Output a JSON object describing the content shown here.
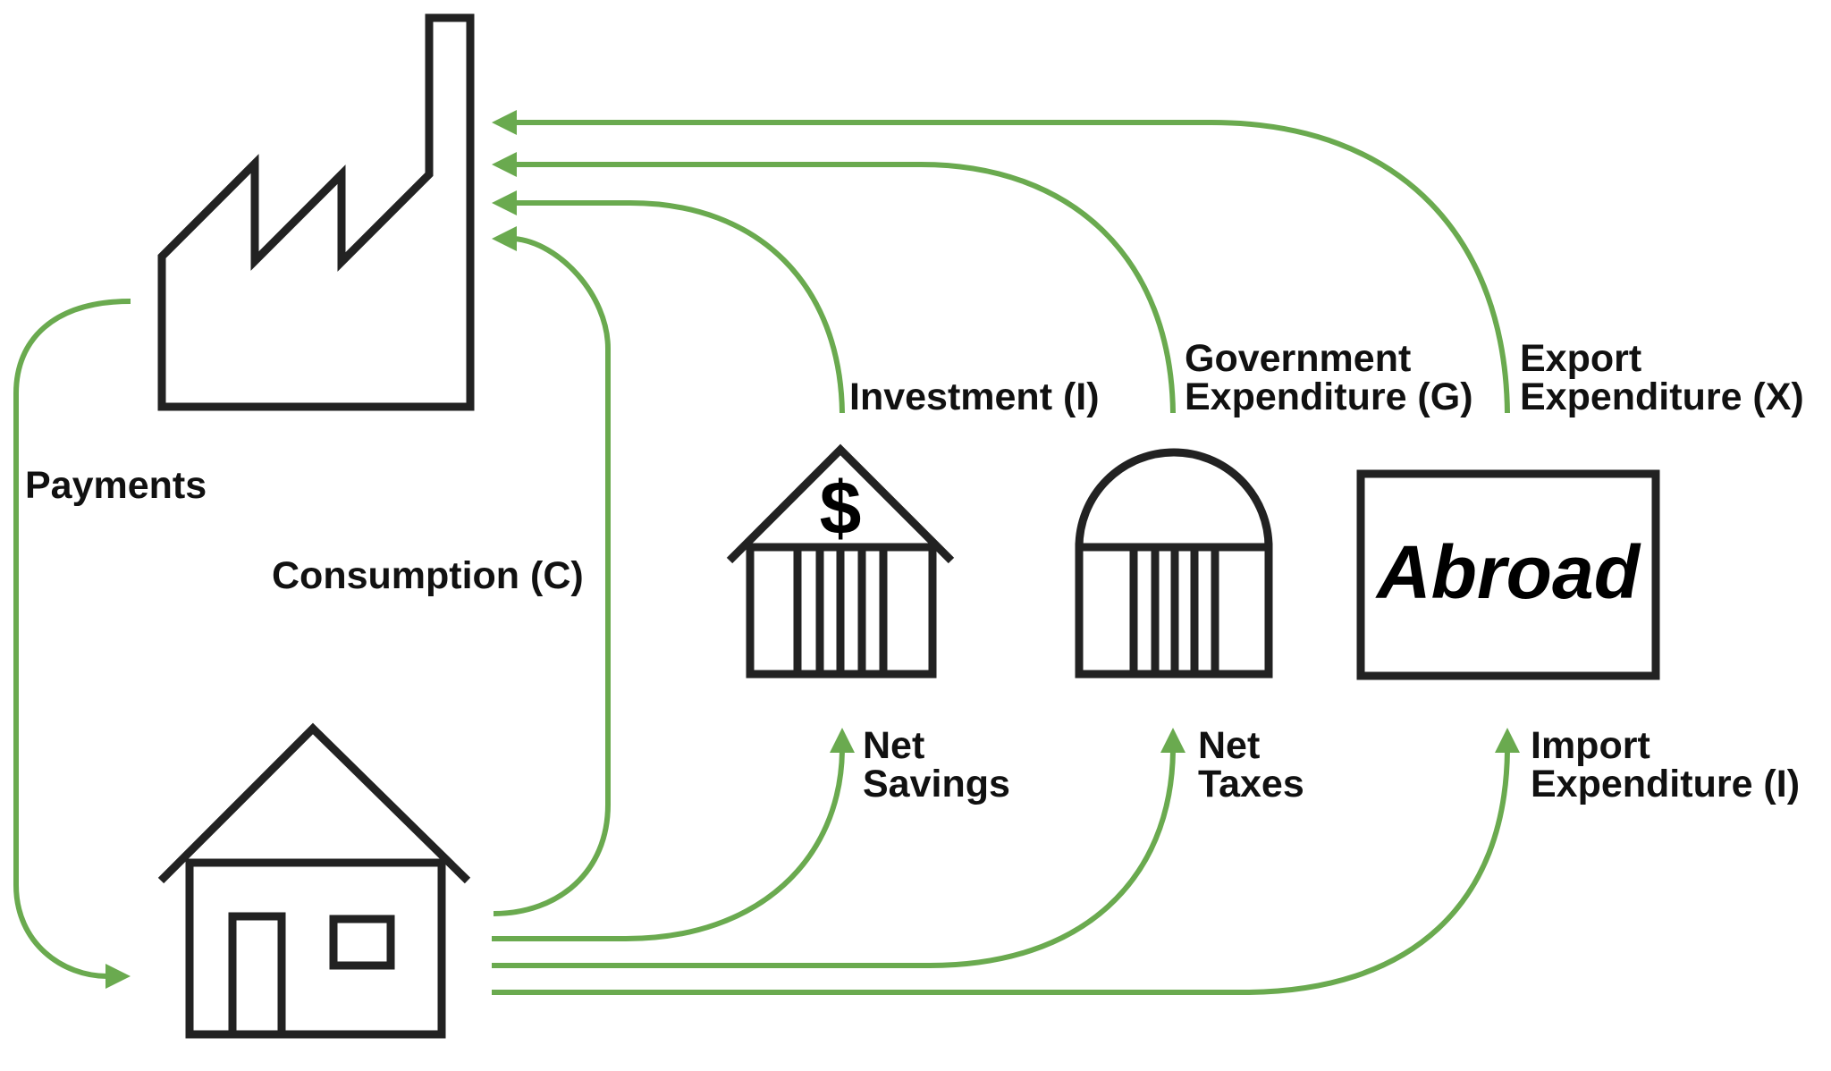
{
  "labels": {
    "payments": "Payments",
    "consumption": "Consumption (C)",
    "investment": "Investment (I)",
    "government_1": "Government",
    "government_2": "Expenditure (G)",
    "export_1": "Export",
    "export_2": "Expenditure (X)",
    "net_savings_1": "Net",
    "net_savings_2": "Savings",
    "net_taxes_1": "Net",
    "net_taxes_2": "Taxes",
    "import_1": "Import",
    "import_2": "Expenditure (I)",
    "abroad": "Abroad",
    "bank_symbol": "$"
  },
  "icons": [
    "factory-icon",
    "house-icon",
    "bank-icon",
    "government-building-icon",
    "abroad-box"
  ],
  "colors": {
    "flow": "#6aaa4f",
    "icon_stroke": "#222222"
  }
}
